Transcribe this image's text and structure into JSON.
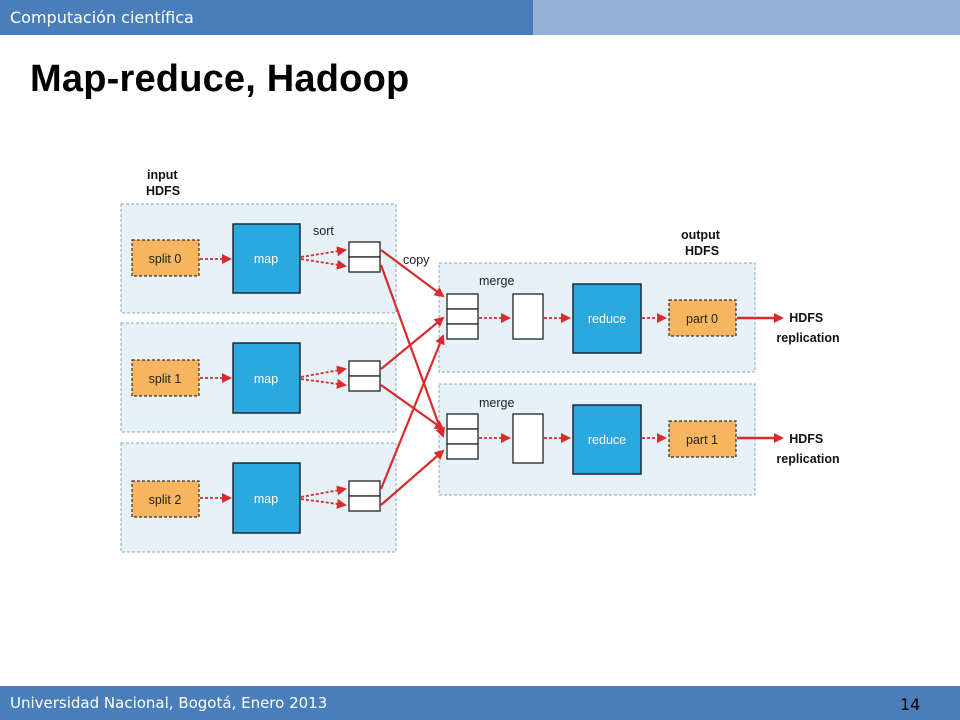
{
  "header": {
    "course": "Computación científica"
  },
  "title": "Map-reduce, Hadoop",
  "footer": {
    "institution": "Universidad Nacional, Bogotá, Enero 2013",
    "page": "14"
  },
  "diagram": {
    "input_label": [
      "input",
      "HDFS"
    ],
    "output_label": [
      "output",
      "HDFS"
    ],
    "sort_label": "sort",
    "copy_label": "copy",
    "merge_label": "merge",
    "splits": [
      "split 0",
      "split 1",
      "split 2"
    ],
    "map_label": "map",
    "reduce_label": "reduce",
    "parts": [
      "part 0",
      "part 1"
    ],
    "hdfs_replication": [
      "HDFS",
      "replication"
    ]
  }
}
